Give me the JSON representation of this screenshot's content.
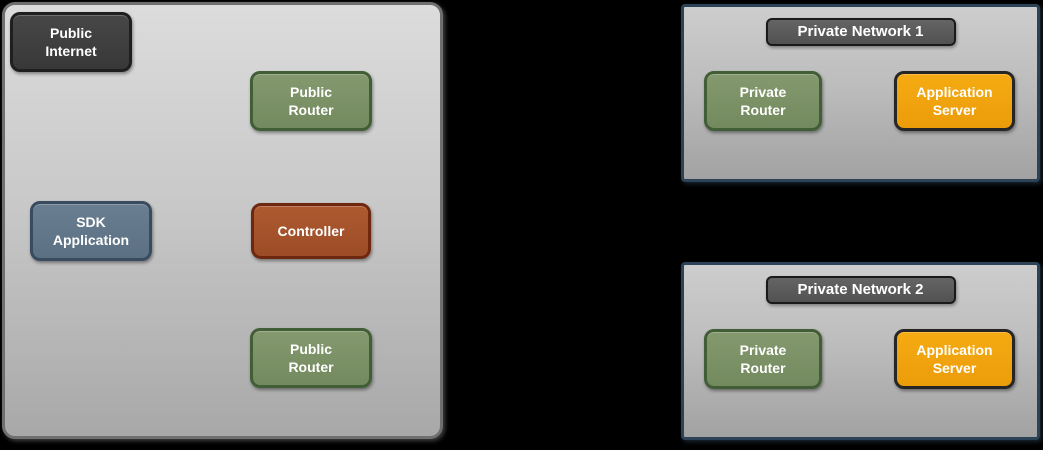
{
  "colors": {
    "page_bg": "#000000",
    "public_cloud_border": "#6f6f6f",
    "public_cloud_fill_top": "#dcdcdc",
    "public_cloud_fill_bottom": "#a8a8a8",
    "network_border": "#2b4257",
    "network_fill_top": "#cdcdcd",
    "network_fill_bottom": "#a2a2a2",
    "dark_node_fill": "#3f3f3f",
    "dark_node_border": "#1f1f1f",
    "network_title_fill": "#5a5a5a",
    "network_title_border": "#1a1a1a",
    "router_green_fill": "#7d9468",
    "router_green_border": "#415e36",
    "sdk_slate_fill": "#64788c",
    "sdk_slate_border": "#394b5e",
    "controller_rust_fill": "#a6532b",
    "controller_rust_border": "#6e2810",
    "app_server_orange_fill": "#f2a30f",
    "app_server_orange_border": "#262626",
    "label_text": "#ffffff"
  },
  "public_cloud": {
    "nodes": {
      "public_internet": {
        "label": "Public\nInternet"
      },
      "public_router_top": {
        "label": "Public\nRouter"
      },
      "sdk_application": {
        "label": "SDK\nApplication"
      },
      "controller": {
        "label": "Controller"
      },
      "public_router_bottom": {
        "label": "Public\nRouter"
      }
    }
  },
  "private_networks": [
    {
      "title": "Private Network 1",
      "nodes": {
        "private_router": {
          "label": "Private\nRouter"
        },
        "application_server": {
          "label": "Application\nServer"
        }
      }
    },
    {
      "title": "Private Network 2",
      "nodes": {
        "private_router": {
          "label": "Private\nRouter"
        },
        "application_server": {
          "label": "Application\nServer"
        }
      }
    }
  ]
}
